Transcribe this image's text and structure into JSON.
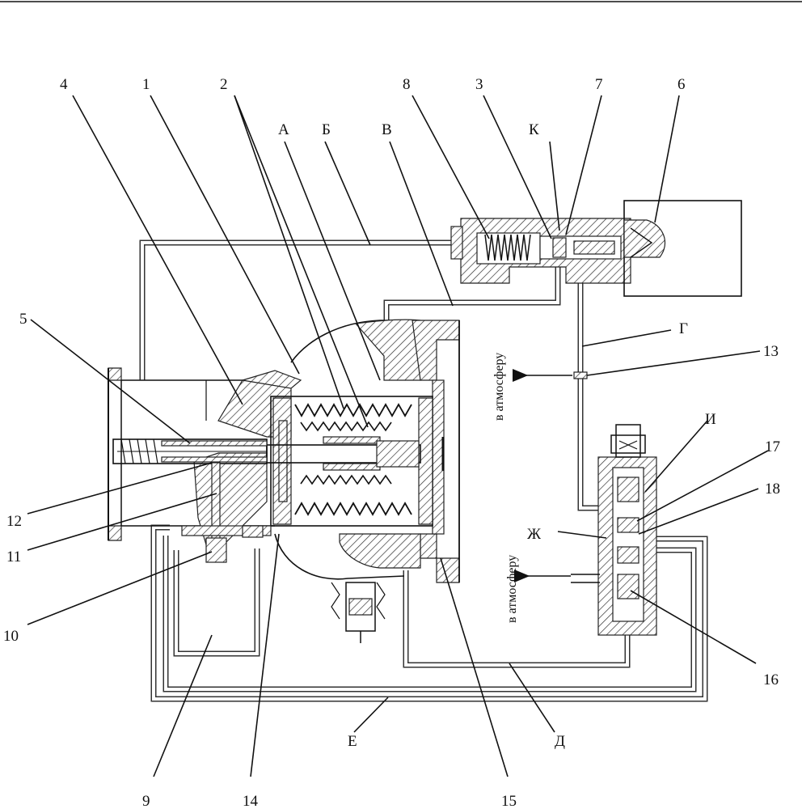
{
  "labels": {
    "n1": "1",
    "n2": "2",
    "n3": "3",
    "n4": "4",
    "n5": "5",
    "n6": "6",
    "n7": "7",
    "n8": "8",
    "n9": "9",
    "n10": "10",
    "n11": "11",
    "n12": "12",
    "n13": "13",
    "n14": "14",
    "n15": "15",
    "n16": "16",
    "n17": "17",
    "n18": "18",
    "A": "А",
    "B": "Б",
    "V": "В",
    "G": "Г",
    "D": "Д",
    "E": "Е",
    "Zh": "Ж",
    "I": "И",
    "K": "К"
  },
  "annotations": {
    "atm_upper": "в атмосферу",
    "atm_lower": "в атмосферу"
  }
}
